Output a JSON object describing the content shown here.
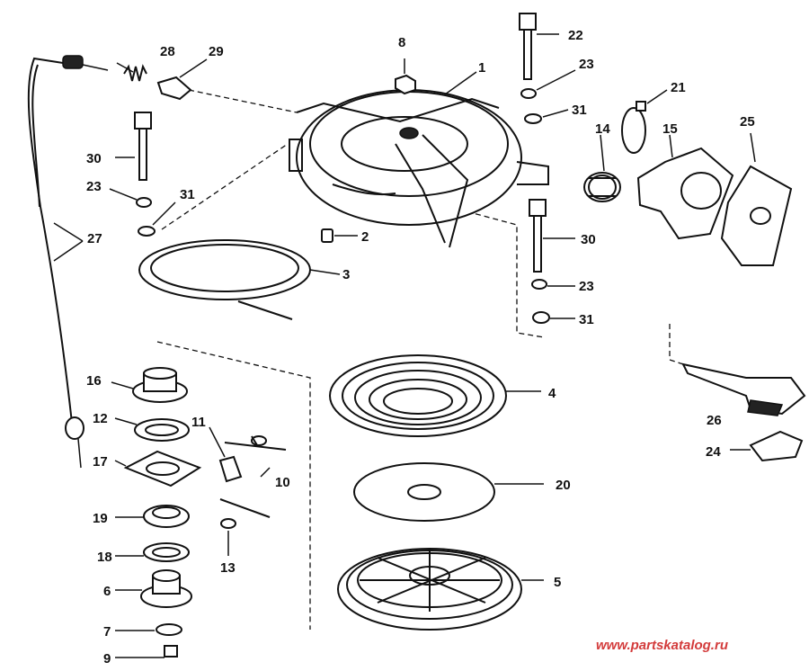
{
  "callouts": {
    "c1": "1",
    "c2": "2",
    "c3": "3",
    "c4": "4",
    "c5": "5",
    "c6": "6",
    "c7": "7",
    "c8": "8",
    "c9": "9",
    "c10": "10",
    "c11": "11",
    "c12": "12",
    "c13": "13",
    "c14": "14",
    "c15": "15",
    "c16": "16",
    "c17": "17",
    "c18": "18",
    "c19": "19",
    "c20": "20",
    "c21": "21",
    "c22": "22",
    "c23a": "23",
    "c23b": "23",
    "c23c": "23",
    "c24": "24",
    "c25": "25",
    "c26": "26",
    "c27": "27",
    "c28": "28",
    "c29": "29",
    "c30a": "30",
    "c30b": "30",
    "c31a": "31",
    "c31b": "31",
    "c31c": "31"
  },
  "watermark": "www.partskatalog.ru",
  "colors": {
    "ink": "#111111",
    "watermark": "#d33b3b",
    "background": "#ffffff"
  }
}
